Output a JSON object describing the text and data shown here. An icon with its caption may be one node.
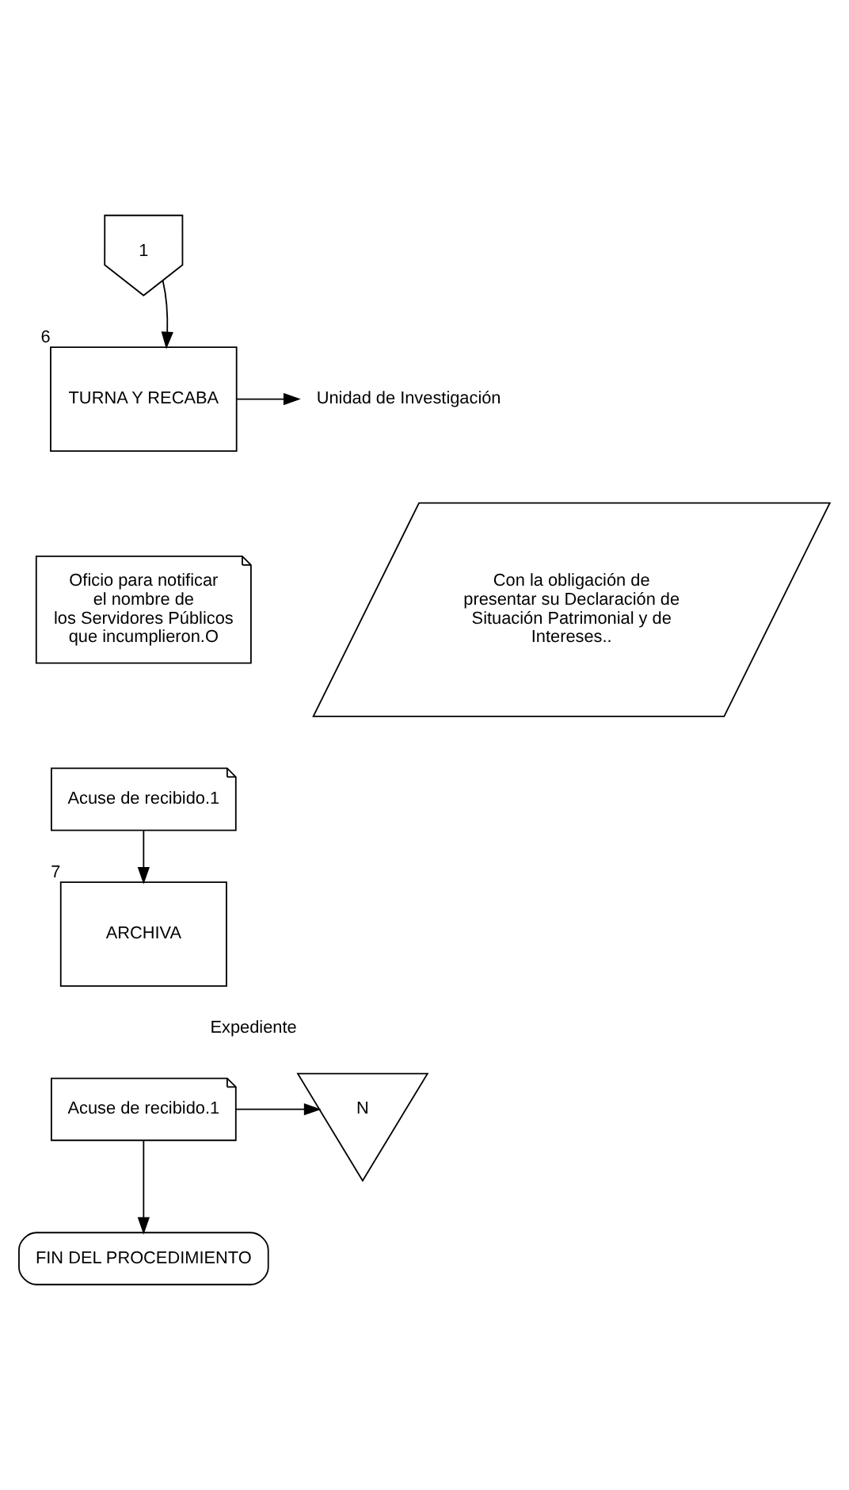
{
  "diagram": {
    "nodes": [
      {
        "text": [
          "1"
        ]
      },
      {
        "text": [
          "TURNA Y RECABA"
        ],
        "beside": [
          "6"
        ]
      },
      {
        "text": [
          "Oficio para notificar el nombre de los Servidores Públicos que incumplieron.O"
        ]
      },
      {
        "text": [
          "Acuse de recibido.1"
        ]
      },
      {
        "text": [
          "Unidad de Investigación"
        ]
      },
      {
        "text": [
          "Con la obligación de presentar su Declaración de Situación Patrimonial y de Intereses.."
        ]
      },
      {
        "text": [
          "ARCHIVA"
        ],
        "beside": [
          "7"
        ]
      },
      {
        "text": [
          "Acuse de recibido.1"
        ]
      },
      {
        "text": [
          "N"
        ],
        "beside": [
          "Expediente"
        ]
      },
      {
        "text": [
          "FIN DEL PROCEDIMIENTO"
        ]
      }
    ],
    "edges": [
      {
        "from": 0,
        "to": 1,
        "arrow": "to"
      },
      {
        "from": 1,
        "to": 4,
        "arrow": "to"
      },
      {
        "from": 3,
        "to": 6,
        "arrow": "to"
      },
      {
        "from": 7,
        "to": 8,
        "arrow": "to"
      },
      {
        "from": 7,
        "to": 9,
        "arrow": "to"
      }
    ]
  }
}
